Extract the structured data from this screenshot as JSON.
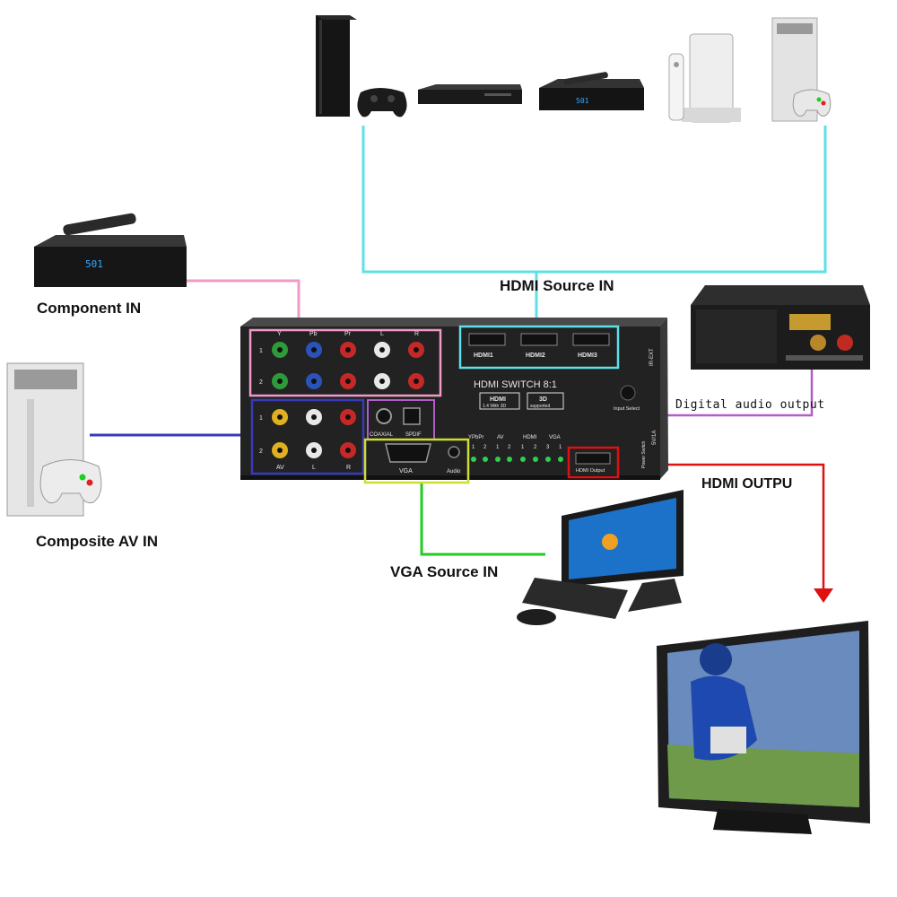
{
  "labels": {
    "hdmi_source_in": "HDMI Source IN",
    "component_in": "Component IN",
    "composite_av_in": "Composite AV IN",
    "vga_source_in": "VGA Source IN",
    "digital_audio_output": "Digital audio output",
    "hdmi_output": "HDMI OUTPU"
  },
  "device": {
    "title": "HDMI SWITCH 8:1",
    "badge_hdmi": "HDMI",
    "badge_hdmi_sub": "1.4 With 3D",
    "badge_3d": "3D",
    "badge_3d_sub": "supported",
    "port_hdmi1": "HDMI1",
    "port_hdmi2": "HDMI2",
    "port_hdmi3": "HDMI3",
    "input_select": "Input Select",
    "ir_ext": "IR-EXT",
    "power": "5V/1A",
    "power_switch": "Power Switch",
    "hdmi_output_port": "HDMI Output",
    "comp_y": "Y",
    "comp_pb": "Pb",
    "comp_pr": "Pr",
    "comp_l": "L",
    "comp_r": "R",
    "row1": "1",
    "row2": "2",
    "av": "AV",
    "av_l": "L",
    "av_r": "R",
    "coaxial": "COAXIAL",
    "spdif": "SPDIF",
    "vga": "VGA",
    "audio": "Audio",
    "led_ypbpr": "YPbPr",
    "led_av": "AV",
    "led_hdmi": "HDMI",
    "led_vga": "VGA",
    "led_n1": "1",
    "led_n2": "2",
    "led_n3": "3"
  },
  "colors": {
    "hdmi_in_line": "#5ee0e6",
    "component_line": "#f09ac8",
    "composite_line": "#3a3ab8",
    "digital_audio_line": "#b05ec8",
    "vga_line": "#22cc22",
    "vga_box": "#ccdd33",
    "hdmi_out_line": "#dd1111"
  },
  "icons": {
    "top_sources": [
      "game-console-icon",
      "blu-ray-player-icon",
      "set-top-box-icon",
      "wii-console-icon",
      "xbox-console-icon"
    ],
    "left_sources": [
      "set-top-box-icon",
      "xbox-console-icon"
    ],
    "outputs": [
      "amplifier-icon",
      "computer-monitor-icon",
      "television-icon"
    ]
  }
}
